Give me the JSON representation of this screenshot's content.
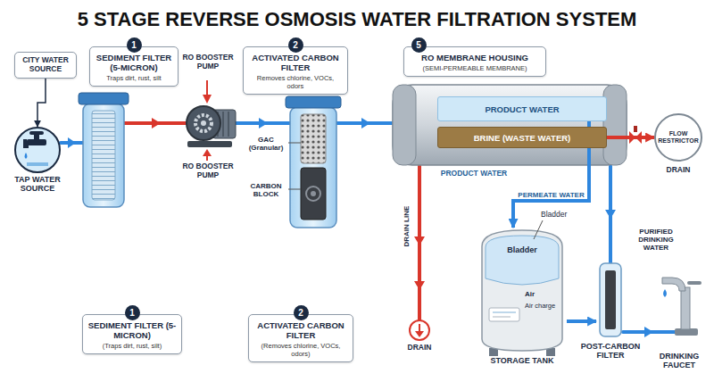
{
  "diagram": {
    "title": "5 STAGE REVERSE OSMOSIS WATER FILTRATION SYSTEM",
    "nodes": [
      {
        "text": [
          "CITY WATER SOURCE"
        ]
      },
      {
        "text": [
          "1",
          "SEDIMENT FILTER (5-MICRON)",
          "Traps dirt, rust, silt"
        ]
      },
      {
        "text": [
          "2",
          "ACTIVATED CARBON FILTER",
          "Removes chlorine, VOCs, odors"
        ]
      },
      {
        "text": [
          "5",
          "RO MEMBRANE HOUSING",
          "(SEMI-PERMEABLE MEMBRANE)"
        ]
      },
      {
        "text": [
          "TAP WATER SOURCE"
        ]
      },
      {
        "text": [
          "PRODUCT WATER"
        ]
      },
      {
        "text": [
          "BRINE (WASTE WATER)"
        ]
      },
      {
        "text": [
          "FLOW RESTRICTOR"
        ]
      },
      {
        "text": [
          "Bladder",
          "Air",
          "Air charge",
          "STORAGE TANK"
        ]
      },
      {
        "text": [
          "POST-CARBON FILTER"
        ]
      },
      {
        "text": [
          "1",
          "SEDIMENT FILTER (5-MICRON)",
          "(Traps dirt, rust, silt)"
        ]
      },
      {
        "text": [
          "2",
          "ACTIVATED CARBON FILTER",
          "(Removes chlorine, VOCs, odors)"
        ]
      }
    ],
    "edges": [
      {
        "from": 0,
        "to": 4,
        "arrow": "to"
      },
      {
        "from": 5,
        "to": 8,
        "label": "PERMEATE WATER",
        "arrow": "to"
      },
      {
        "from": 6,
        "to": 7,
        "arrow": "to"
      },
      {
        "from": 8,
        "to": 9,
        "arrow": "to"
      }
    ],
    "labels": [
      "RO BOOSTER PUMP",
      "GAC (Granular)",
      "CARBON BLOCK",
      "RO BOOSTER PUMP",
      "PRODUCT WATER",
      "DRAIN",
      "DRAIN LINE",
      "Bladder",
      "PURIFIED DRINKING WATER",
      "DRAIN",
      "DRINKING FAUCET"
    ]
  }
}
